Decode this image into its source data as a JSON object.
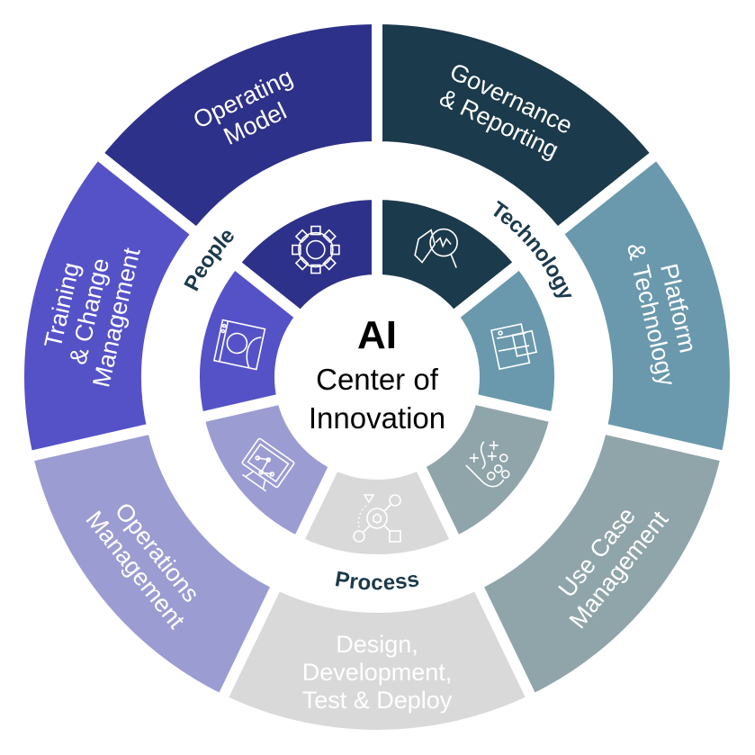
{
  "center": {
    "title": "AI",
    "line1": "Center of",
    "line2": "Innovation"
  },
  "band_labels": [
    {
      "text": "People",
      "color": "#1b3a4b"
    },
    {
      "text": "Technology",
      "color": "#1b3a4b"
    },
    {
      "text": "Process",
      "color": "#1b3a4b"
    }
  ],
  "segments": [
    {
      "label": [
        "Governance",
        "& Reporting"
      ],
      "color": "#1b3a4b",
      "icon": "chart-magnifier-icon"
    },
    {
      "label": [
        "Platform",
        "& Technology"
      ],
      "color": "#6a99ad",
      "icon": "stacked-windows-icon"
    },
    {
      "label": [
        "Use Case",
        "Management"
      ],
      "color": "#8fa5a9",
      "icon": "strategy-play-icon"
    },
    {
      "label": [
        "Design,",
        "Development,",
        "Test & Deploy"
      ],
      "color": "#d9d9d9",
      "icon": "network-hub-icon"
    },
    {
      "label": [
        "Operations",
        "Management"
      ],
      "color": "#9b9cd2",
      "icon": "monitor-graph-icon"
    },
    {
      "label": [
        "Training",
        "& Change",
        "Management"
      ],
      "color": "#5552c8",
      "icon": "profile-window-icon"
    },
    {
      "label": [
        "Operating",
        "Model"
      ],
      "color": "#2e3189",
      "icon": "gear-icon"
    }
  ]
}
